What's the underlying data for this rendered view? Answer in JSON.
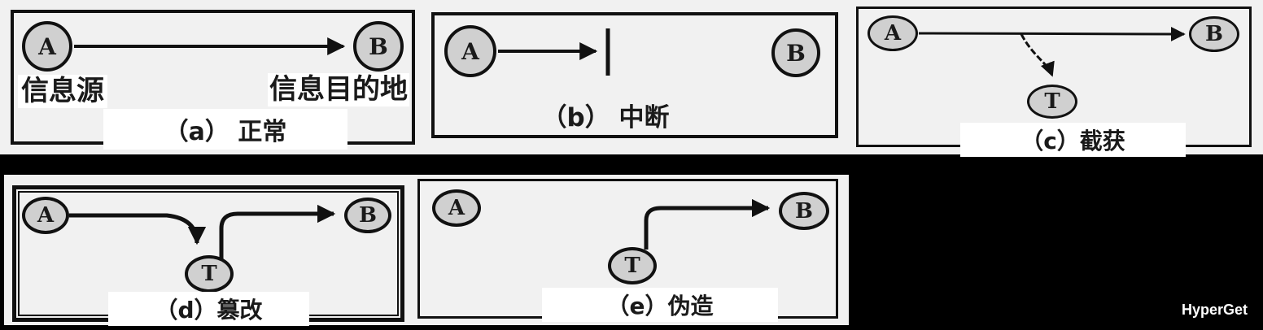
{
  "figure": {
    "title_semantics": "网络信息安全威胁示意图",
    "colors": {
      "background": "#000000",
      "panel_bg": "#f1f1f1",
      "node_fill": "#d0d0d0",
      "stroke": "#111111",
      "caption_bg": "#ffffff",
      "watermark_color": "#ffffff"
    },
    "panels": [
      {
        "key": "a",
        "caption": "（a） 正常",
        "node_a": "A",
        "node_b": "B",
        "label_source": "信息源",
        "label_dest": "信息目的地"
      },
      {
        "key": "b",
        "caption": "（b） 中断",
        "node_a": "A",
        "node_b": "B"
      },
      {
        "key": "c",
        "caption": "（c）截获",
        "node_a": "A",
        "node_b": "B",
        "node_t": "T"
      },
      {
        "key": "d",
        "caption": "（d）篡改",
        "node_a": "A",
        "node_b": "B",
        "node_t": "T"
      },
      {
        "key": "e",
        "caption": "（e）伪造",
        "node_a": "A",
        "node_b": "B",
        "node_t": "T"
      }
    ],
    "watermark": "HyperGet"
  }
}
